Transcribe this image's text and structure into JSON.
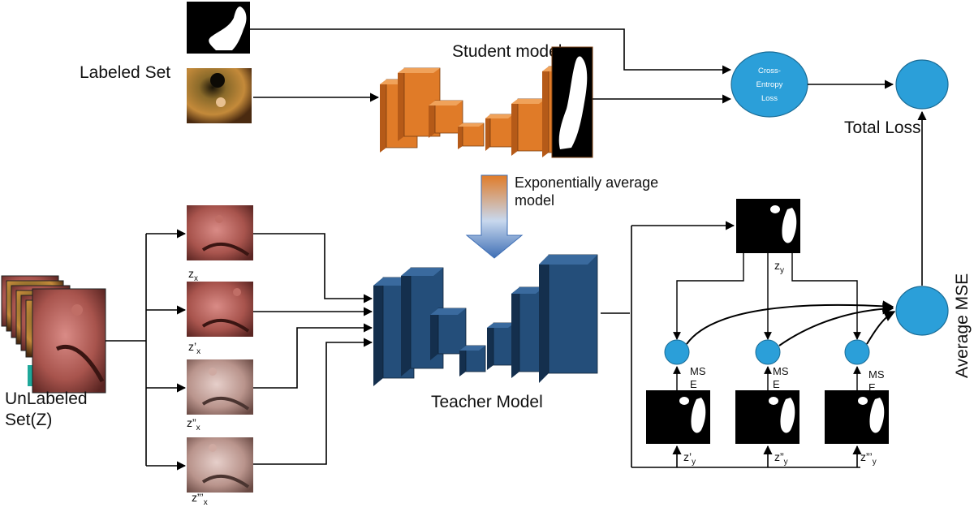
{
  "labels": {
    "labeled_set": "Labeled Set",
    "student_model": "Student model",
    "cross_entropy_1": "Cross-",
    "cross_entropy_2": "Entropy",
    "cross_entropy_3": "Loss",
    "total_loss": "Total Loss",
    "ema_1": "Exponentially average",
    "ema_2": "model",
    "unlabeled_1": "UnLabeled",
    "unlabeled_2": "Set(Z)",
    "teacher_model": "Teacher Model",
    "average_mse": "Average MSE",
    "mse_top": "MS",
    "mse_bottom": "E"
  },
  "inputs": {
    "zx": {
      "base": "z",
      "sub": "x"
    },
    "zx1": {
      "base": "z’",
      "sub": "x"
    },
    "zx2": {
      "base": "z”",
      "sub": "x"
    },
    "zx3": {
      "base": "z”’",
      "sub": "x"
    }
  },
  "outputs": {
    "zy": {
      "base": "z",
      "sub": "y"
    },
    "zy1": {
      "base": "z’",
      "sub": "y"
    },
    "zy2": {
      "base": "z”",
      "sub": "y"
    },
    "zy3": {
      "base": "z”’",
      "sub": "y"
    }
  },
  "colors": {
    "student": "#e07b28",
    "teacher": "#244e7a",
    "loss_node": "#2b9fd9",
    "arrow_top": "#e07b28",
    "arrow_bottom": "#3f6fb5"
  }
}
